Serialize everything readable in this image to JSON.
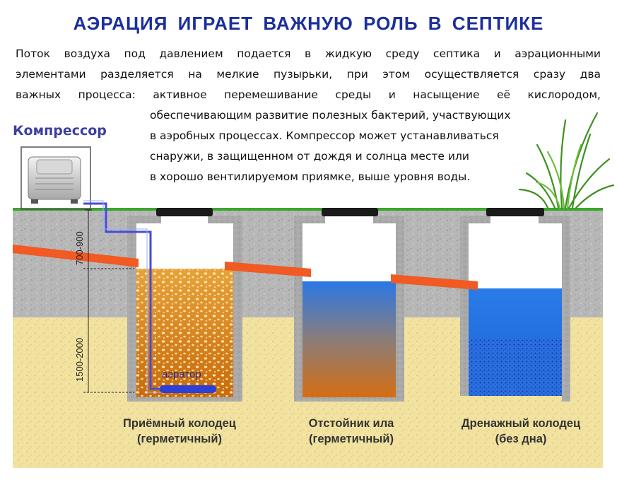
{
  "title": "АЭРАЦИЯ ИГРАЕТ ВАЖНУЮ РОЛЬ В СЕПТИКЕ",
  "description_full_lines": [
    "Поток воздуха под давлением подается в жидкую среду септика и аэрационными",
    "элементами разделяется на мелкие пузырьки, при этом осуществляется сразу два",
    "важных процесса: активное перемешивание среды и насыщение её кислородом,"
  ],
  "description_right_lines": [
    "обеспечивающим развитие полезных бактерий, участвующих",
    "в аэробных процессах. Компрессор может устанавливаться",
    "снаружи, в защищенном от дождя и солнца месте или",
    "в хорошо вентилируемом приямке, выше уровня воды."
  ],
  "compressor_label": "Компрессор",
  "dimensions": {
    "upper": "700-900",
    "lower": "1500-2000"
  },
  "aerator_label": "аэратор",
  "tanks": [
    {
      "name": "Приёмный колодец",
      "note": "(герметичный)"
    },
    {
      "name": "Отстойник ила",
      "note": "(герметичный)"
    },
    {
      "name": "Дренажный колодец",
      "note": "(без дна)"
    }
  ],
  "colors": {
    "title": "#1c2f9c",
    "pipe": "#f15a22",
    "ground_upper": "#b8b8b8",
    "ground_lower": "#f0df9a",
    "grass_line": "#3aa62b",
    "air_tube": "#4a4ad8",
    "aerator": "#2c3fd6",
    "water_blue": "#2a72e0"
  }
}
